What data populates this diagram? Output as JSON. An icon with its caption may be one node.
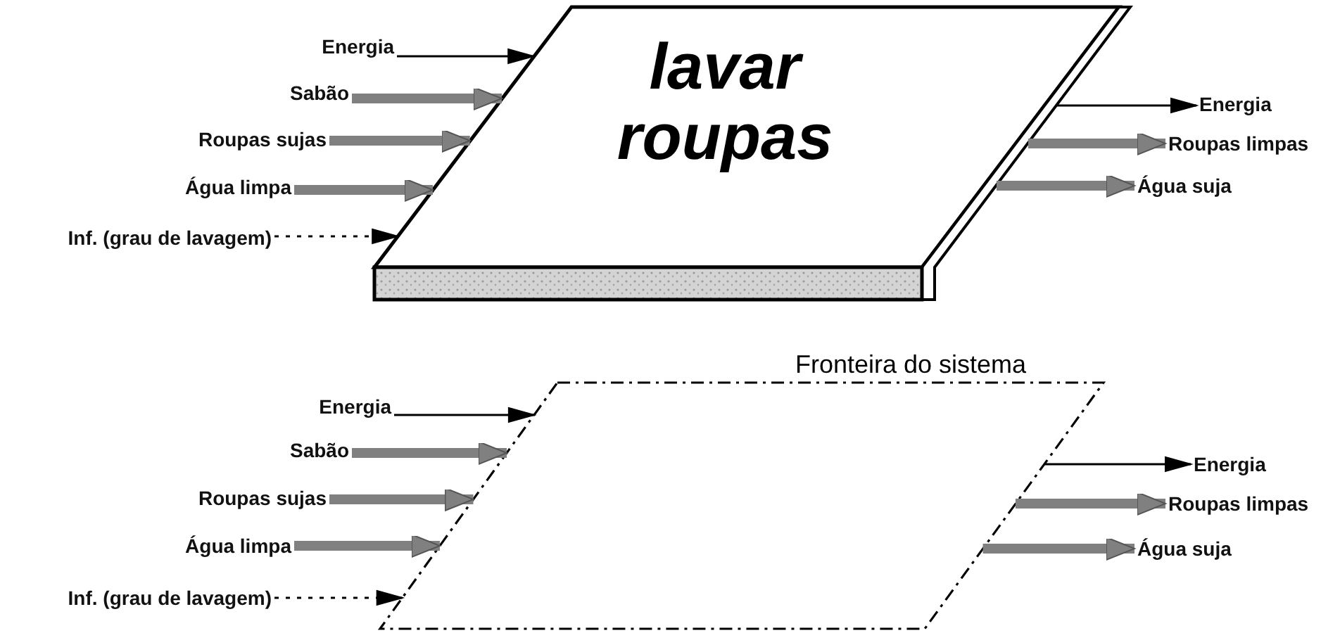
{
  "diagram": {
    "nodes": [
      {
        "text": [
          "lavar roupas"
        ]
      },
      {
        "text": [
          "Energia"
        ]
      },
      {
        "text": [
          "Sabão"
        ]
      },
      {
        "text": [
          "Roupas sujas"
        ]
      },
      {
        "text": [
          "Água limpa"
        ]
      },
      {
        "text": [
          "Inf. (grau de lavagem)"
        ]
      },
      {
        "text": [
          "Energia"
        ]
      },
      {
        "text": [
          "Roupas limpas"
        ]
      },
      {
        "text": [
          "Água suja"
        ]
      },
      {
        "text": [
          "Fronteira do sistema"
        ]
      },
      {
        "text": [
          "Energia"
        ]
      },
      {
        "text": [
          "Sabão"
        ]
      },
      {
        "text": [
          "Roupas sujas"
        ]
      },
      {
        "text": [
          "Água limpa"
        ]
      },
      {
        "text": [
          "Inf. (grau de lavagem)"
        ]
      },
      {
        "text": [
          "Energia"
        ]
      },
      {
        "text": [
          "Roupas limpas"
        ]
      },
      {
        "text": [
          "Água suja"
        ]
      }
    ],
    "edges": [
      {
        "from": 1,
        "to": 0,
        "arrow": "to",
        "color": "#000000"
      },
      {
        "from": 2,
        "to": 0,
        "arrow": "to"
      },
      {
        "from": 3,
        "to": 0,
        "arrow": "to"
      },
      {
        "from": 4,
        "to": 0,
        "arrow": "to"
      },
      {
        "from": 5,
        "to": 0,
        "arrow": "to",
        "style": "dashed",
        "color": "#000000"
      },
      {
        "from": 0,
        "to": 6,
        "arrow": "to",
        "color": "#000000"
      },
      {
        "from": 0,
        "to": 7,
        "arrow": "to"
      },
      {
        "from": 0,
        "to": 8,
        "arrow": "to"
      },
      {
        "from": 10,
        "to": 9,
        "arrow": "to",
        "color": "#000000"
      },
      {
        "from": 11,
        "to": 9,
        "arrow": "to"
      },
      {
        "from": 12,
        "to": 9,
        "arrow": "to"
      },
      {
        "from": 13,
        "to": 9,
        "arrow": "to"
      },
      {
        "from": 14,
        "to": 9,
        "arrow": "to",
        "style": "dashed",
        "color": "#000000"
      },
      {
        "from": 9,
        "to": 15,
        "arrow": "to",
        "color": "#000000"
      },
      {
        "from": 9,
        "to": 16,
        "arrow": "to"
      },
      {
        "from": 9,
        "to": 17,
        "arrow": "to"
      }
    ]
  }
}
